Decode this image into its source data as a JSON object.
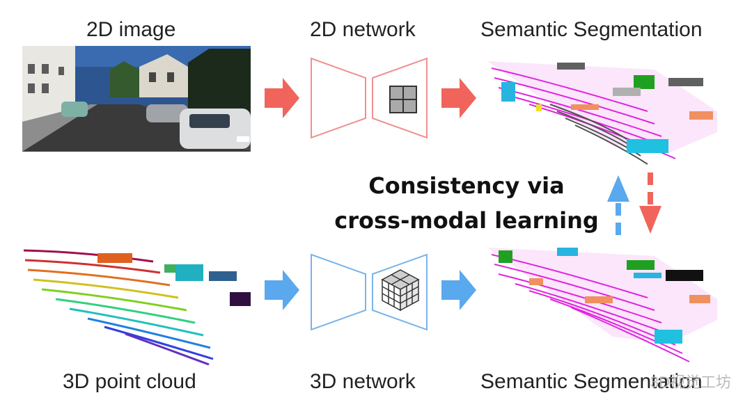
{
  "labels": {
    "img2d": "2D image",
    "net2d": "2D network",
    "seg_top": "Semantic Segmentation",
    "pc3d": "3D point cloud",
    "net3d": "3D network",
    "seg_bottom": "Semantic Segmentation"
  },
  "center": {
    "line1": "Consistency via",
    "line2": "cross-modal learning"
  },
  "watermark": "3D视觉工坊",
  "colors": {
    "red": "#f0645c",
    "blue": "#5aa8ee",
    "red_outline": "#f09090",
    "blue_outline": "#7ab4e8"
  }
}
